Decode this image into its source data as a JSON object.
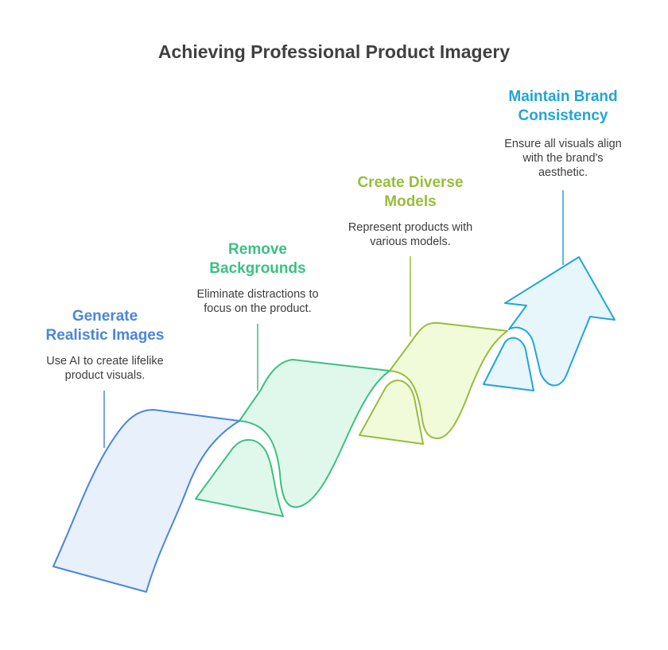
{
  "title": "Achieving Professional Product Imagery",
  "colors": {
    "step1": "#4a86d9",
    "step2": "#3cc081",
    "step3": "#96be3a",
    "step4": "#22a5d6",
    "text": "#404040"
  },
  "steps": [
    {
      "title_line1": "Generate",
      "title_line2": "Realistic Images",
      "desc_line1": "Use AI to create lifelike",
      "desc_line2": "product visuals."
    },
    {
      "title_line1": "Remove",
      "title_line2": "Backgrounds",
      "desc_line1": "Eliminate distractions to",
      "desc_line2": "focus on the product."
    },
    {
      "title_line1": "Create Diverse",
      "title_line2": "Models",
      "desc_line1": "Represent products with",
      "desc_line2": "various models."
    },
    {
      "title_line1": "Maintain Brand",
      "title_line2": "Consistency",
      "desc_line1": "Ensure all visuals align",
      "desc_line2": "with the brand's",
      "desc_line3": "aesthetic."
    }
  ]
}
